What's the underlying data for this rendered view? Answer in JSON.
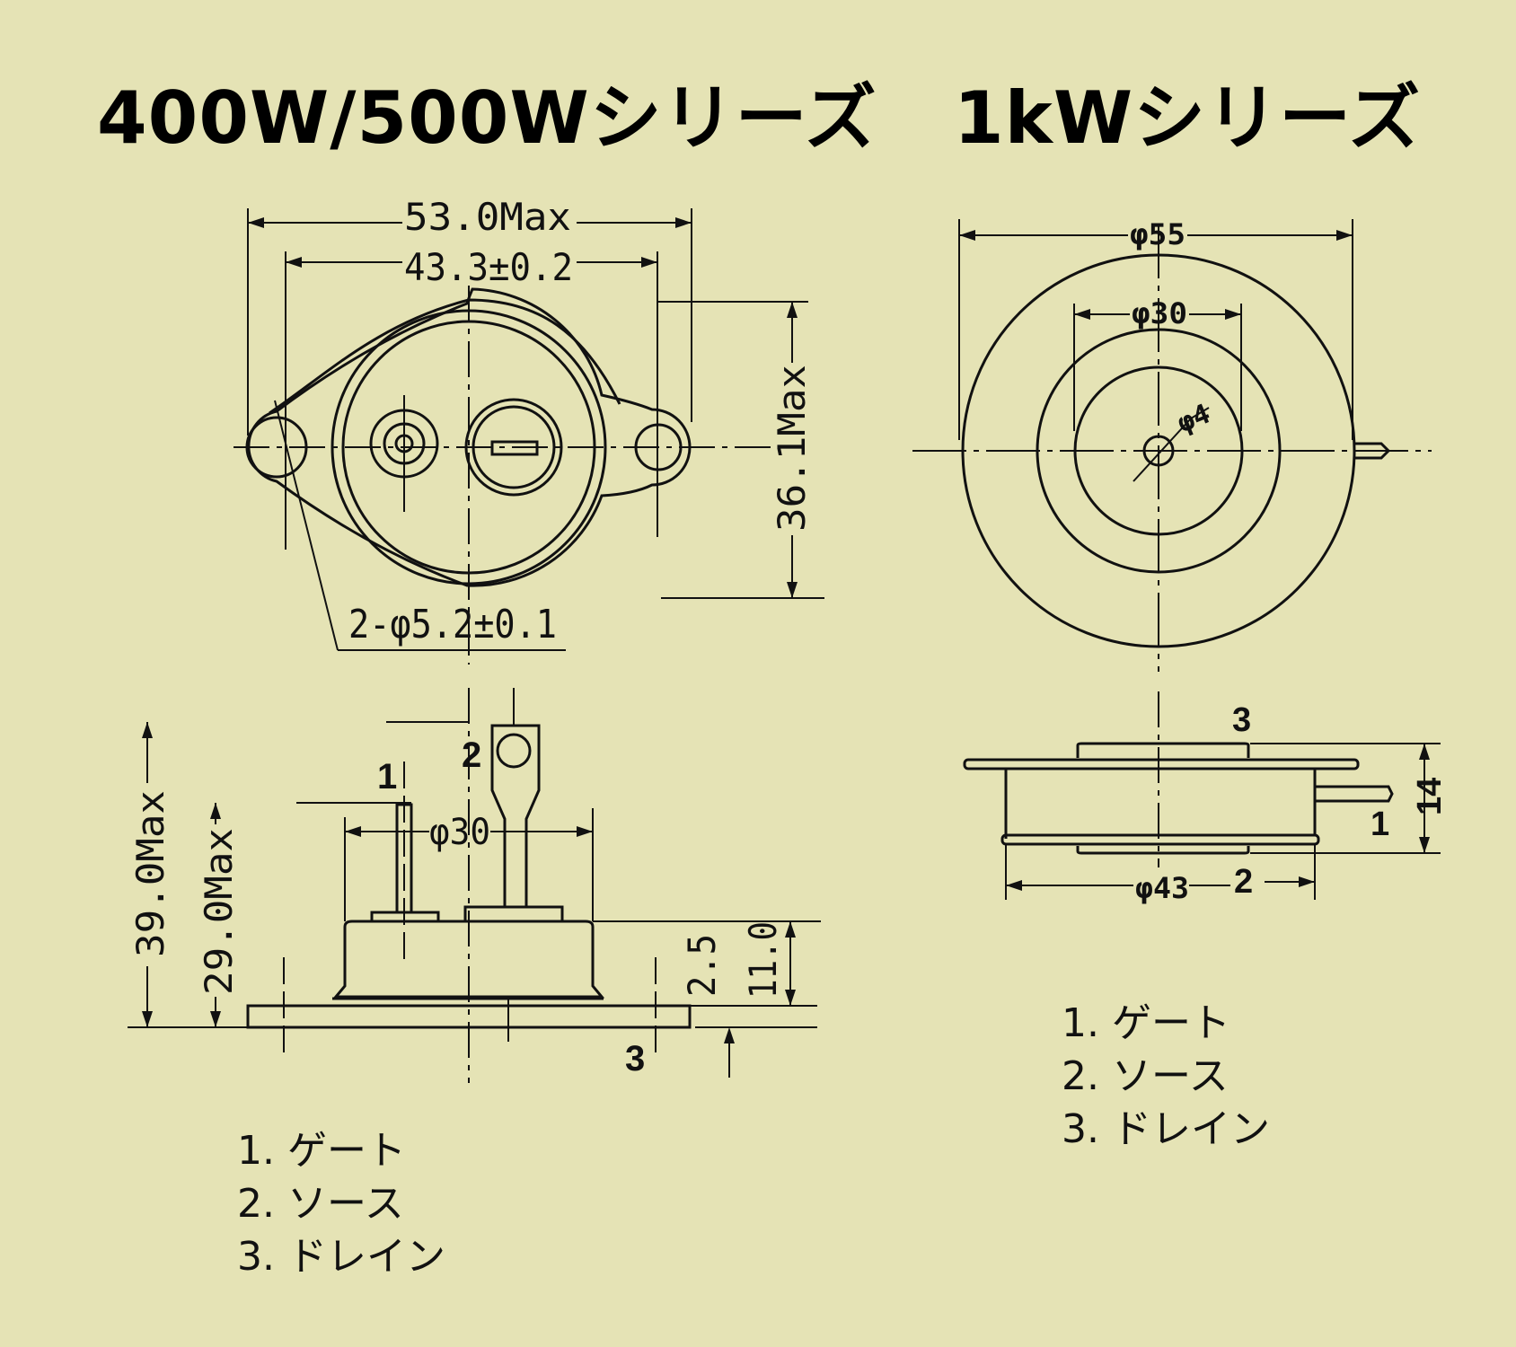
{
  "titles": {
    "left": "400W/500Wシリーズ",
    "right": "1kWシリーズ"
  },
  "dimensions_left_top": {
    "overall_width": "53.0Max",
    "hole_pitch": "43.3±0.2",
    "height": "36.1Max",
    "holes": "2-φ5.2±0.1"
  },
  "dimensions_left_side": {
    "pin_circle": "φ30",
    "total_height": "39.0Max",
    "body_height": "29.0Max",
    "flange_thickness": "2.5",
    "case_height": "11.0"
  },
  "dimensions_right_top": {
    "outer_diameter": "φ55",
    "inner_diameter": "φ30",
    "center_hole": "φ4"
  },
  "dimensions_right_side": {
    "body_diameter": "φ43",
    "thickness": "14"
  },
  "pin_labels": {
    "gate": "1",
    "source": "2",
    "drain": "3"
  },
  "legend_left": [
    "1. ゲート",
    "2. ソース",
    "3. ドレイン"
  ],
  "legend_right": [
    "1. ゲート",
    "2. ソース",
    "3. ドレイン"
  ]
}
